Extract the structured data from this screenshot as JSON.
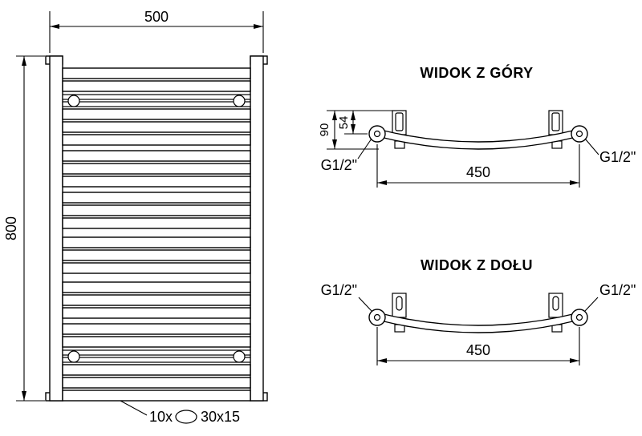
{
  "front_view": {
    "width_label": "500",
    "height_label": "800",
    "note_count": "10x",
    "note_size": "30x15"
  },
  "top_view": {
    "title": "WIDOK Z GÓRY",
    "depth_label": "90",
    "offset_label": "54",
    "span_label": "450",
    "left_connection_label": "G1/2\"",
    "right_connection_label": "G1/2\""
  },
  "bottom_view": {
    "title": "WIDOK Z DOŁU",
    "span_label": "450",
    "left_connection_label": "G1/2\"",
    "right_connection_label": "G1/2\""
  },
  "colors": {
    "line": "#000000",
    "background": "#ffffff"
  }
}
